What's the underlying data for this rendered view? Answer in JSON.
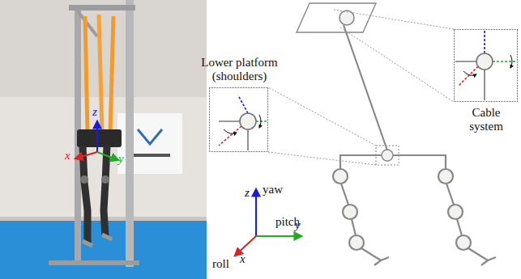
{
  "diagram": {
    "nodes": [
      {
        "text": [
          "Lower platform (shoulders)"
        ]
      },
      {
        "text": [
          "Cable system"
        ]
      }
    ],
    "edges": [],
    "labels": [
      "z",
      "x",
      "y",
      "yaw",
      "z",
      "pitch",
      "y",
      "roll",
      "x"
    ]
  }
}
